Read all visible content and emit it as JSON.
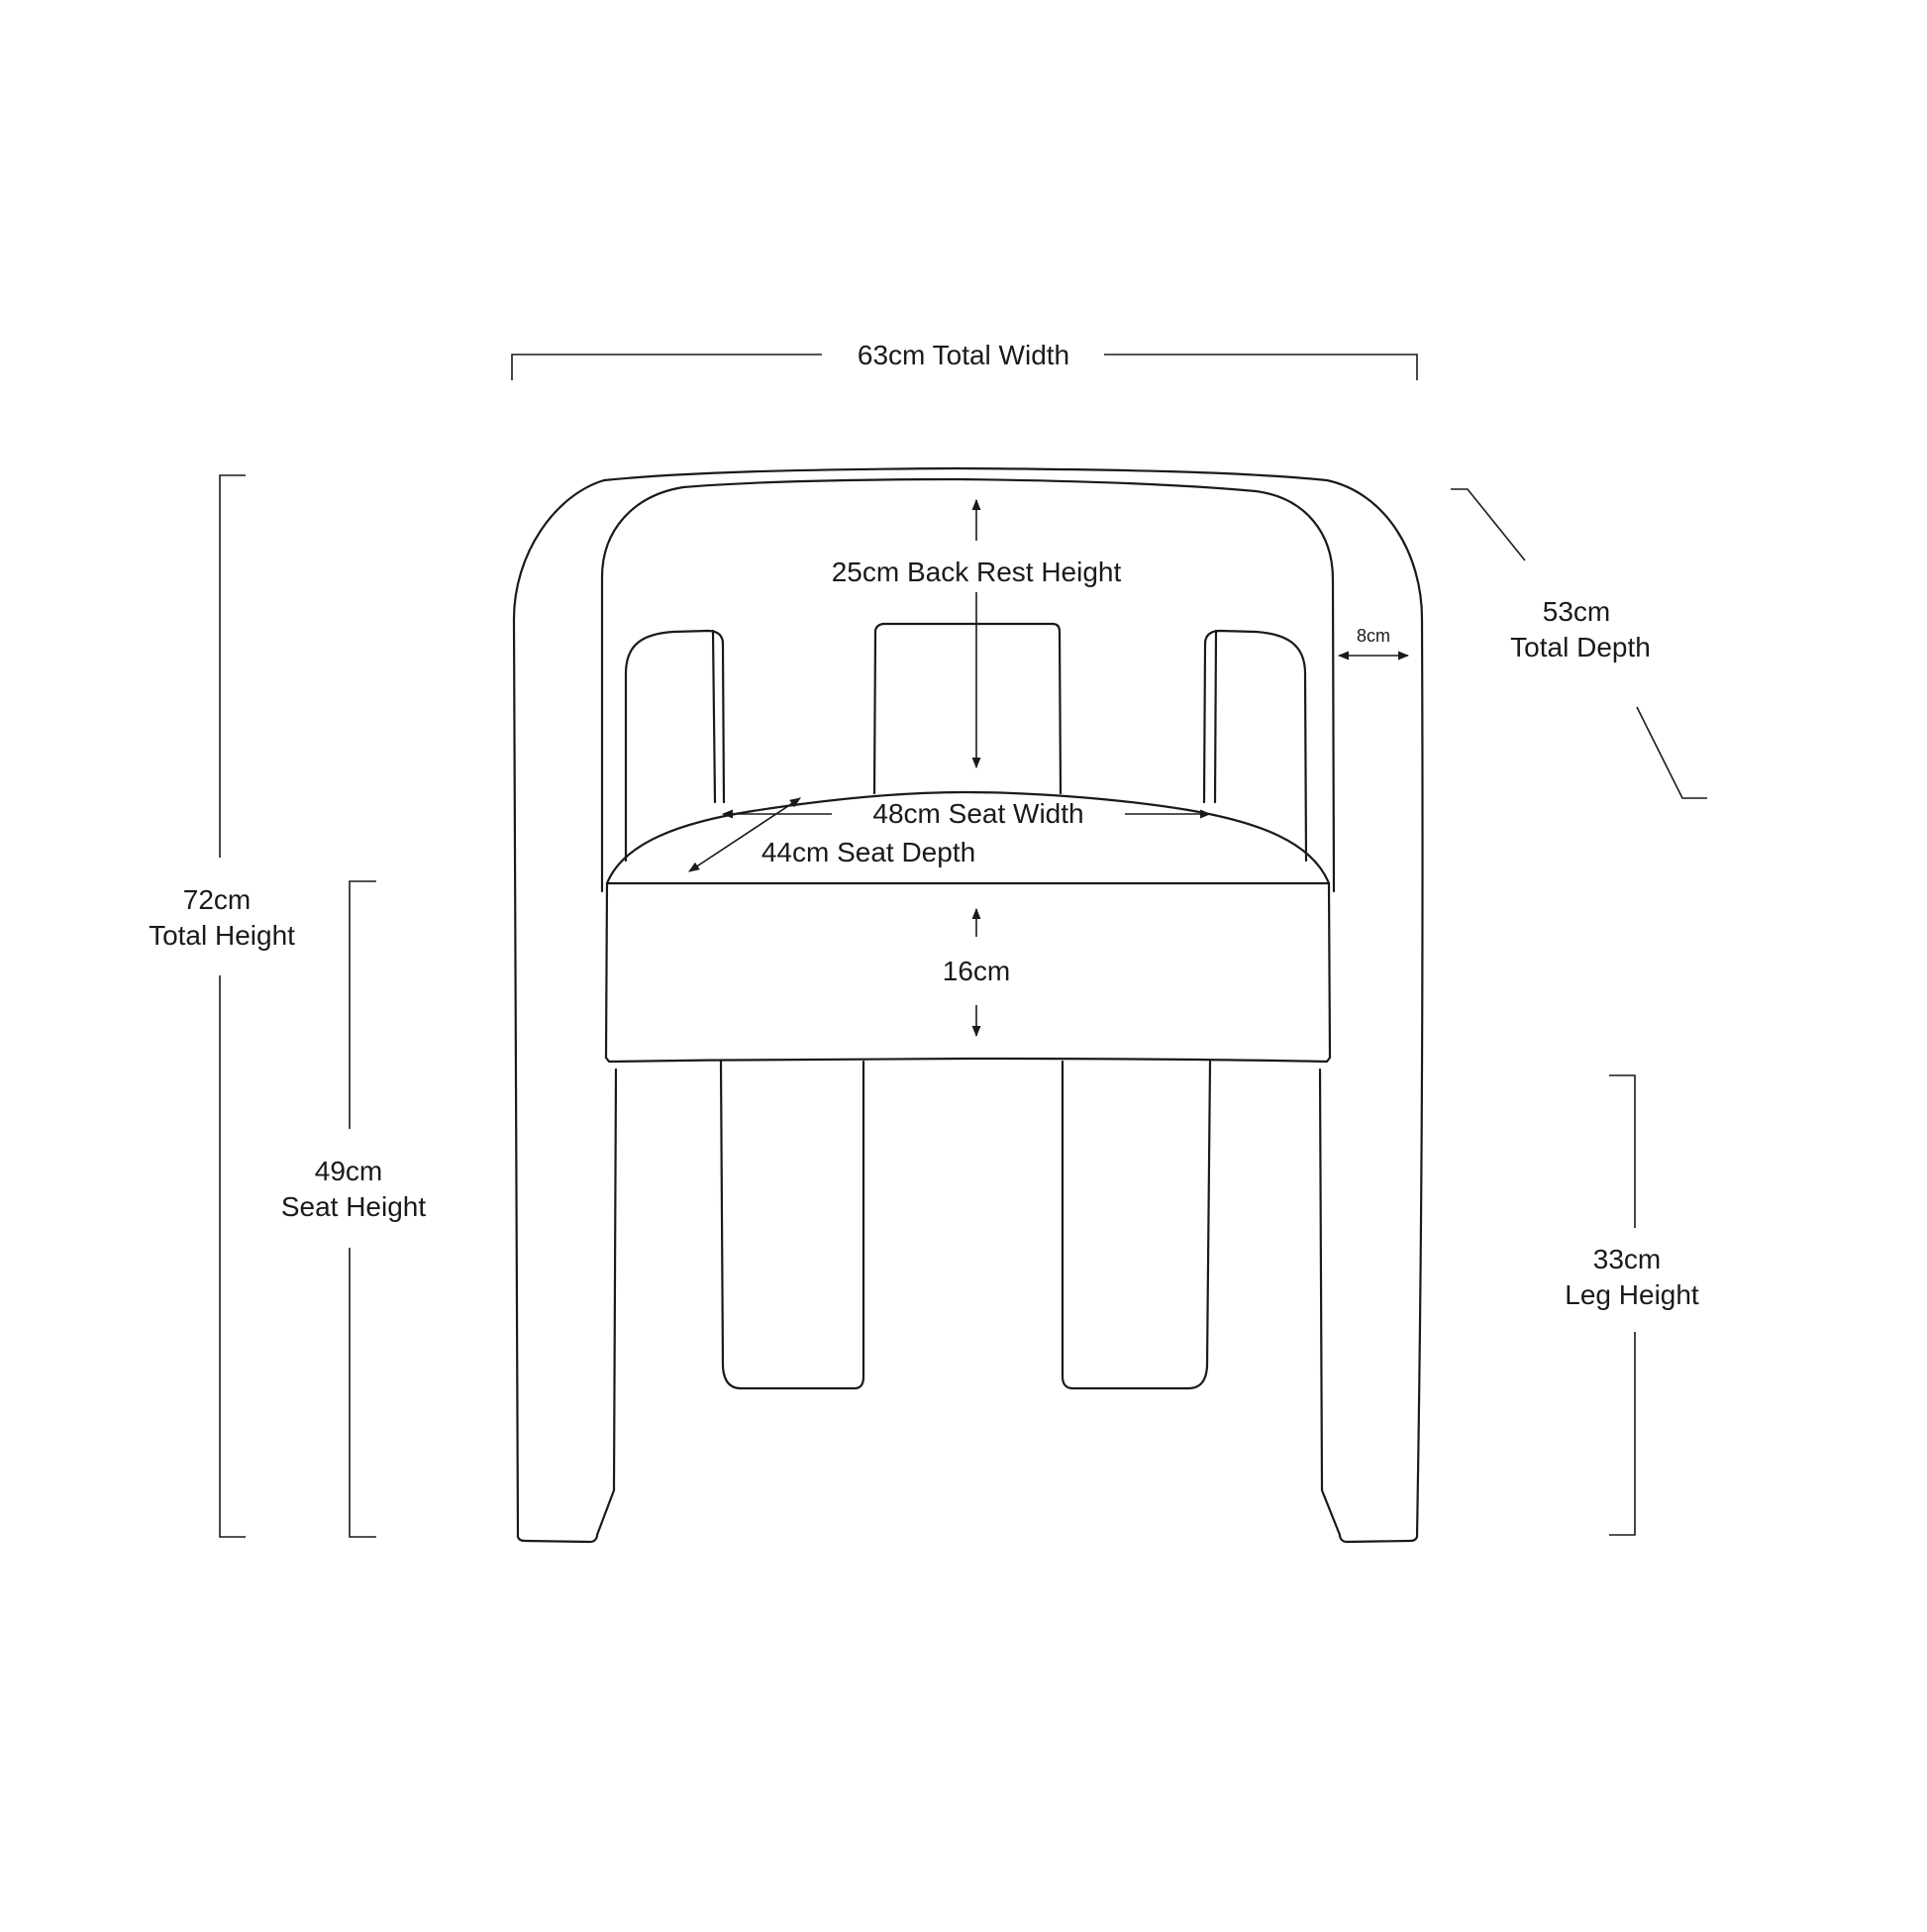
{
  "dimensions": {
    "total_width": "63cm Total Width",
    "total_height_value": "72cm",
    "total_height_label": "Total Height",
    "seat_height_value": "49cm",
    "seat_height_label": "Seat Height",
    "total_depth_value": "53cm",
    "total_depth_label": "Total Depth",
    "leg_height_value": "33cm",
    "leg_height_label": "Leg Height",
    "back_rest_height": "25cm Back Rest Height",
    "arm_width": "8cm",
    "seat_width": "48cm Seat Width",
    "seat_depth": "44cm Seat Depth",
    "cushion_height": "16cm"
  }
}
